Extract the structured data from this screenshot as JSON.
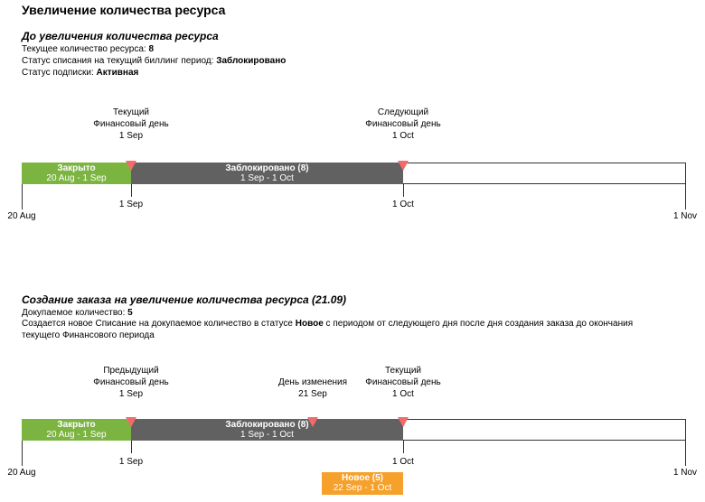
{
  "page_title": "Увеличение количества ресурса",
  "section1": {
    "heading": "До увеличения количества ресурса",
    "lines": [
      {
        "label": "Текущее количество ресурса: ",
        "value": "8"
      },
      {
        "label": "Статус списания на текущий биллинг период: ",
        "value": "Заблокировано"
      },
      {
        "label": "Статус подписки: ",
        "value": "Активная"
      }
    ],
    "markers": [
      {
        "line1": "Текущий",
        "line2": "Финансовый день",
        "line3": "1 Sep"
      },
      {
        "line1": "Следующий",
        "line2": "Финансовый день",
        "line3": "1 Oct"
      }
    ],
    "segments": [
      {
        "title": "Закрыто",
        "range": "20 Aug - 1 Sep"
      },
      {
        "title": "Заблокировано (8)",
        "range": "1 Sep - 1 Oct"
      }
    ],
    "axis": [
      "20 Aug",
      "1 Sep",
      "1 Oct",
      "1 Nov"
    ]
  },
  "section2": {
    "heading": "Создание заказа на увеличение количества ресурса (21.09)",
    "line1_label": "Докупаемое количество: ",
    "line1_value": "5",
    "line2_pre": "Создается новое Списание на докупаемое количество в статусе ",
    "line2_bold": "Новое",
    "line2_post": " с периодом от следующего дня после дня создания заказа до окончания",
    "line3": "текущего Финансового периода",
    "markers": [
      {
        "line1": "Предыдущий",
        "line2": "Финансовый день",
        "line3": "1 Sep"
      },
      {
        "line1": "День изменения",
        "line2": "21 Sep",
        "line3": ""
      },
      {
        "line1": "Текущий",
        "line2": "Финансовый день",
        "line3": "1 Oct"
      }
    ],
    "segments": [
      {
        "title": "Закрыто",
        "range": "20 Aug - 1 Sep"
      },
      {
        "title": "Заблокировано (8)",
        "range": "1 Sep - 1 Oct"
      }
    ],
    "new_segment": {
      "title": "Новое (5)",
      "range": "22 Sep - 1 Oct"
    },
    "axis": [
      "20 Aug",
      "1 Sep",
      "1 Oct",
      "1 Nov"
    ]
  },
  "colors": {
    "closed": "#7cb442",
    "blocked": "#616161",
    "new": "#f5a12b",
    "marker": "#f26b6b"
  }
}
